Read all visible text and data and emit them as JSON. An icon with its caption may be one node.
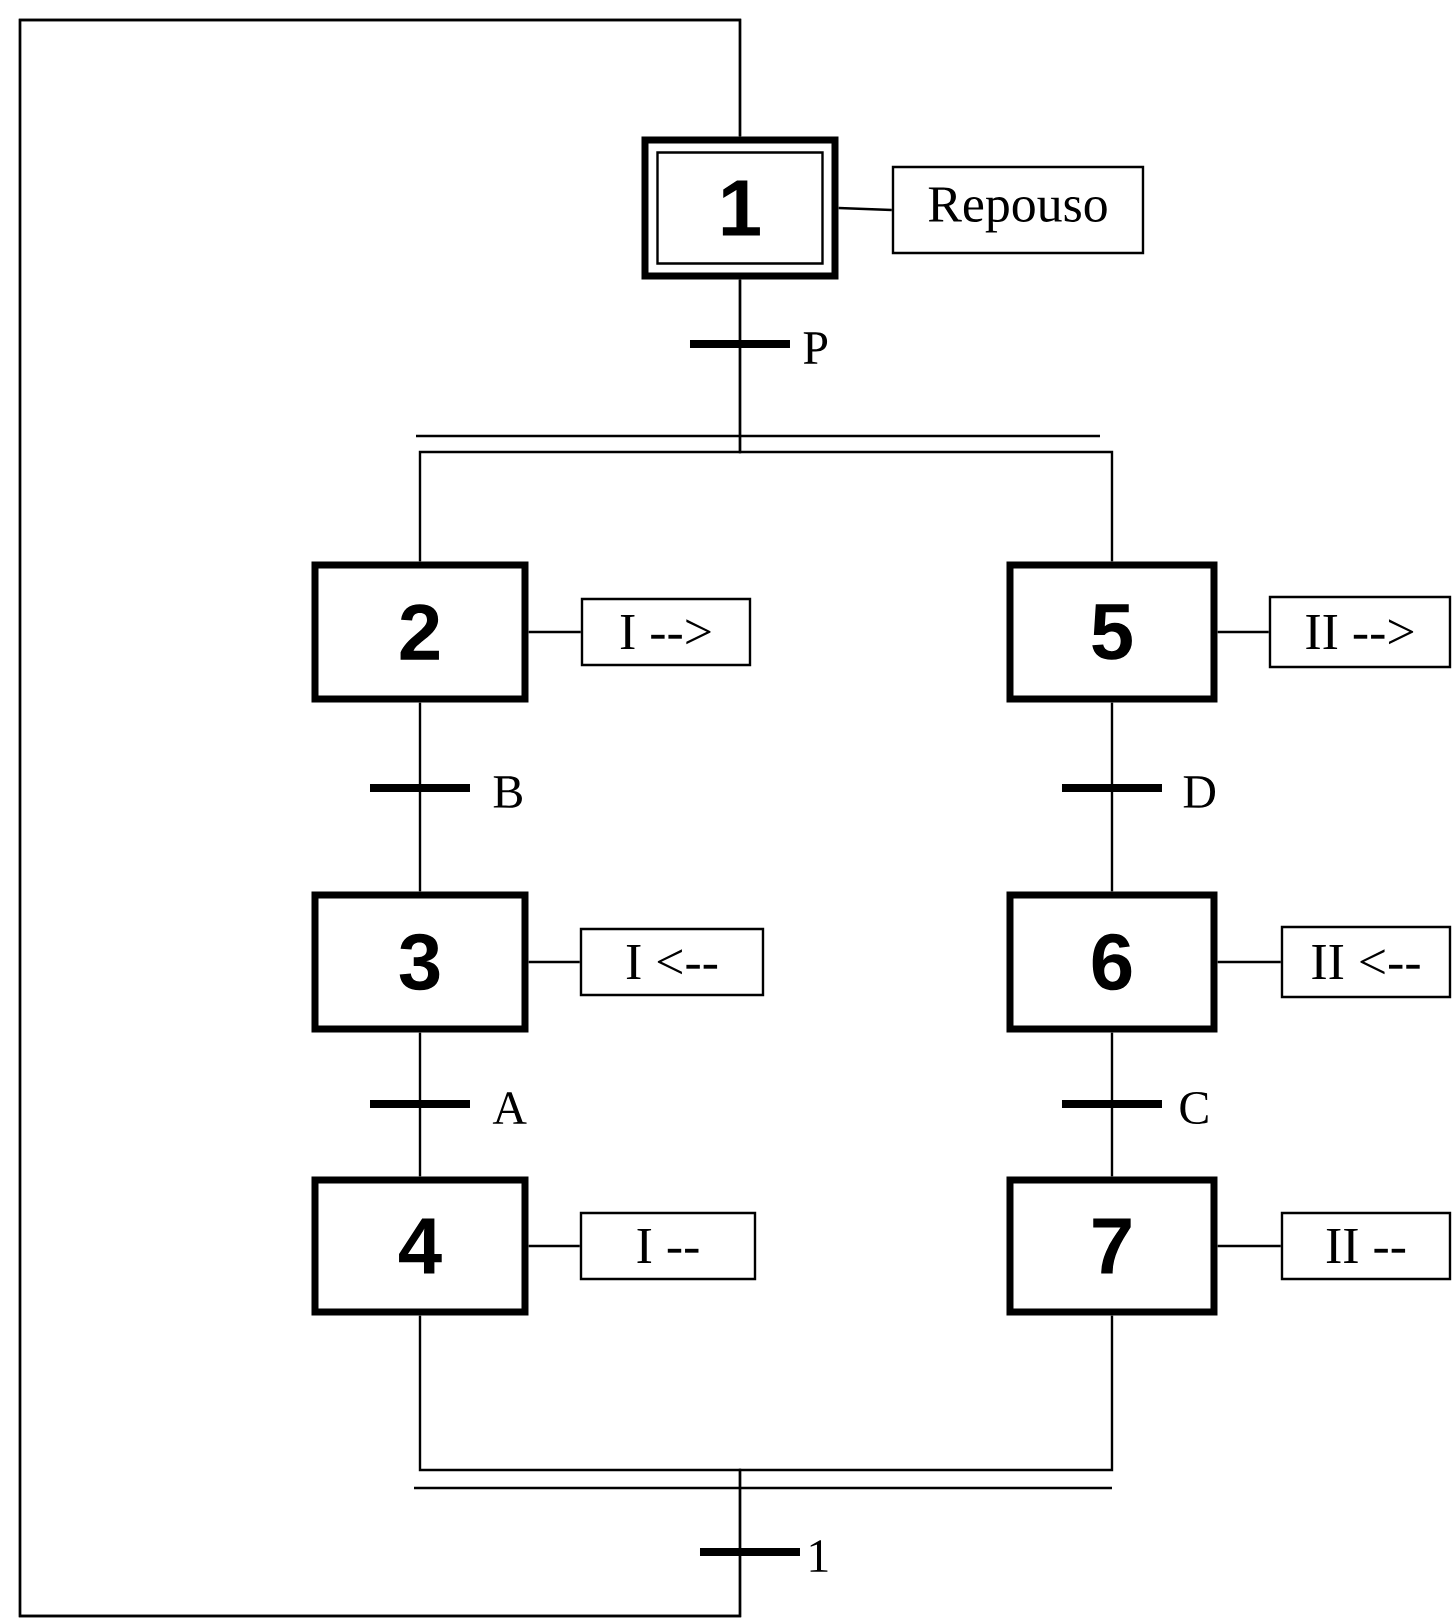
{
  "diagram": {
    "nodes": [
      {
        "text": [
          "1"
        ]
      },
      {
        "text": [
          "2"
        ]
      },
      {
        "text": [
          "3"
        ]
      },
      {
        "text": [
          "4"
        ]
      },
      {
        "text": [
          "5"
        ]
      },
      {
        "text": [
          "6"
        ]
      },
      {
        "text": [
          "7"
        ]
      },
      {
        "text": [
          "Repouso"
        ]
      },
      {
        "text": [
          "I -->"
        ]
      },
      {
        "text": [
          "I <--"
        ]
      },
      {
        "text": [
          "I --"
        ]
      },
      {
        "text": [
          "II -->"
        ]
      },
      {
        "text": [
          "II <--"
        ]
      },
      {
        "text": [
          "II --"
        ]
      }
    ],
    "edges": [
      {
        "from": 0,
        "to": 1,
        "arrow": "none",
        "label": "P"
      },
      {
        "from": 0,
        "to": 4,
        "arrow": "none"
      },
      {
        "from": 1,
        "to": 2,
        "arrow": "none",
        "label": "B"
      },
      {
        "from": 2,
        "to": 3,
        "arrow": "none",
        "label": "A"
      },
      {
        "from": 4,
        "to": 5,
        "arrow": "none",
        "label": "D"
      },
      {
        "from": 5,
        "to": 6,
        "arrow": "none",
        "label": "C"
      },
      {
        "from": 3,
        "to": 0,
        "arrow": "none",
        "label": "1"
      },
      {
        "from": 6,
        "to": 0,
        "arrow": "none"
      },
      {
        "from": 0,
        "to": 7,
        "arrow": "none"
      },
      {
        "from": 1,
        "to": 8,
        "arrow": "none"
      },
      {
        "from": 2,
        "to": 9,
        "arrow": "none"
      },
      {
        "from": 3,
        "to": 10,
        "arrow": "none"
      },
      {
        "from": 4,
        "to": 11,
        "arrow": "none"
      },
      {
        "from": 5,
        "to": 12,
        "arrow": "none"
      },
      {
        "from": 6,
        "to": 13,
        "arrow": "none"
      }
    ]
  }
}
